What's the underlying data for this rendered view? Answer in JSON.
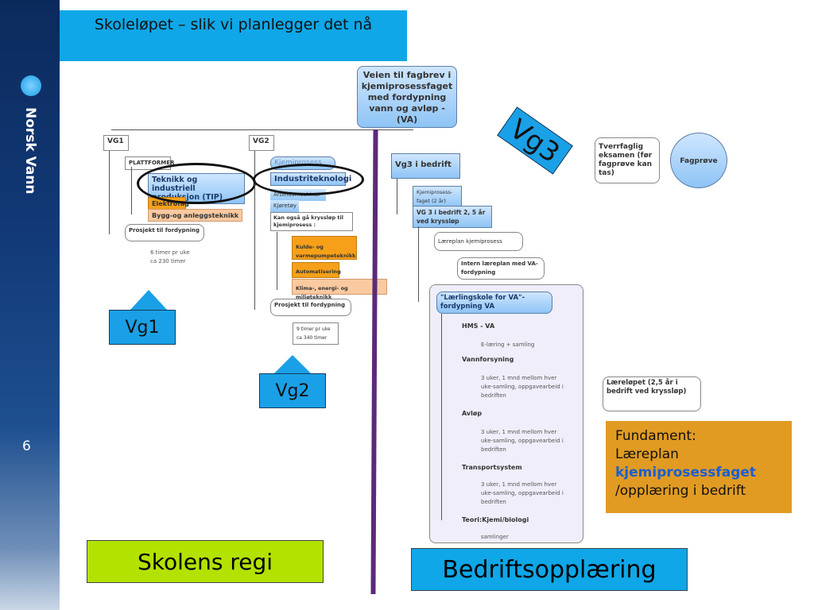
{
  "slide": {
    "title": "Skoleløpet – slik vi planlegger det nå",
    "page_number": "6",
    "logo_text": "Norsk Vann"
  },
  "root": "Veien til fagbrev i kjemiprosessfaget med fordypning vann og avløp - (VA)",
  "vg1": {
    "label": "VG1",
    "plattformer": "PLATTFORMER",
    "items": [
      "Teknikk og industriell produksjon (TIP)",
      "Elektrofag",
      "Bygg-og anleggsteknikk"
    ],
    "prosjekt": "Prosjekt til fordypning",
    "hours": "6 timer pr uke ca 230 timer"
  },
  "vg2": {
    "label": "VG2",
    "items": [
      "Kjemiprosess",
      "Industriteknologi",
      "Arbeidsmaskiner",
      "Kjøretøy"
    ],
    "kryssløp": "Kan også gå kryssløp til kjemiprosess :",
    "kryss_items": [
      "Kulde- og varmepumpeteknikk",
      "Automatisering",
      "Klima-, energi- og miljøteknikk"
    ],
    "prosjekt": "Prosjekt til fordypning",
    "hours": "9 timer pr uke ca 340 timer"
  },
  "vg3": {
    "label": "Vg3 i bedrift",
    "items": [
      "Kjemiprosess-faget (2 år)",
      "VG 3 i bedrift 2, 5 år ved kryssløp"
    ],
    "læreplan": "Læreplan kjemiprosess",
    "intern": "Intern læreplan med VA-fordypning",
    "lærlingskole": "\"Lærlingskole for VA\"- fordypning VA",
    "modules": [
      {
        "title": "HMS - VA",
        "detail": "E-læring + samling"
      },
      {
        "title": "Vannforsyning",
        "detail": "3 uker, 1 mnd mellom hver uke-samling, oppgavearbeid i bedriften"
      },
      {
        "title": "Avløp",
        "detail": "3 uker, 1 mnd mellom hver uke-samling, oppgavearbeid i bedriften"
      },
      {
        "title": "Transportsystem",
        "detail": "3 uker, 1 mnd mellom hver uke-samling, oppgavearbeid i bedriften"
      },
      {
        "title": "Teori:Kjemi/biologi",
        "detail": "samlinger"
      }
    ]
  },
  "tverrfaglig": "Tverrfaglig eksamen (før fagprøve kan tas)",
  "fagprove": "Fagprøve",
  "læreløpet": "Læreløpet (2,5 år i bedrift ved kryssløp)",
  "fundament": {
    "line1": "Fundament:",
    "line2": "Læreplan",
    "line3": "kjemiprosessfaget",
    "line4": "/opplæring i bedrift"
  },
  "arrows": {
    "vg1": "Vg1",
    "vg2": "Vg2",
    "vg3": "Vg3"
  },
  "bottom": {
    "school": "Skolens regi",
    "company": "Bedriftsopplæring"
  }
}
